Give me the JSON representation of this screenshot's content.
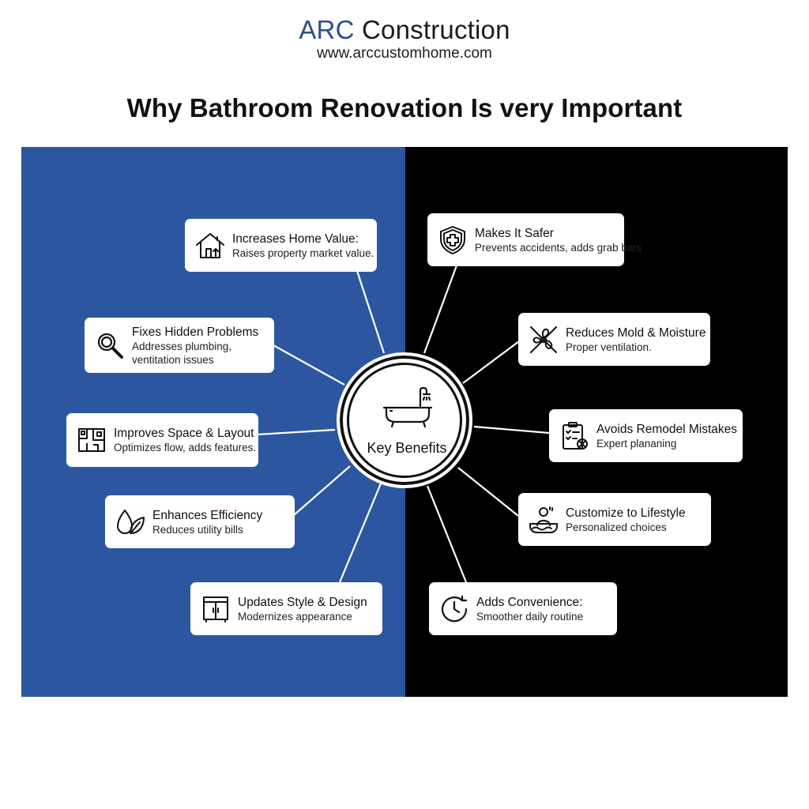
{
  "brand": {
    "name_accent": "ARC",
    "name_rest": " Construction",
    "url": "www.arccustomhome.com"
  },
  "title": "Why Bathroom Renovation Is very Important",
  "colors": {
    "left_panel": "#2c57a0",
    "right_panel": "#000000",
    "accent": "#2a4f8f"
  },
  "hub": {
    "label": "Key Benefits",
    "icon": "bathtub-shower-icon"
  },
  "left_items": [
    {
      "title": "Increases Home Value:",
      "desc": "Raises property market value.",
      "icon": "house-value-icon"
    },
    {
      "title": "Fixes Hidden Problems",
      "desc": "Addresses plumbing, ventitation issues",
      "icon": "magnifier-icon"
    },
    {
      "title": "Improves Space & Layout",
      "desc": "Optimizes flow, adds features.",
      "icon": "floorplan-icon"
    },
    {
      "title": "Enhances Efficiency",
      "desc": "Reduces utility bills",
      "icon": "leaf-drop-icon"
    },
    {
      "title": "Updates Style & Design",
      "desc": "Modernizes appearance",
      "icon": "cabinet-icon"
    }
  ],
  "right_items": [
    {
      "title": "Makes It Safer",
      "desc": "Prevents accidents, adds grab bars",
      "icon": "shield-icon"
    },
    {
      "title": "Reduces Mold & Moisture",
      "desc": "Proper ventilation.",
      "icon": "fan-crossed-icon"
    },
    {
      "title": "Avoids Remodel Mistakes",
      "desc": "Expert plananing",
      "icon": "clipboard-check-icon"
    },
    {
      "title": "Customize to Lifestyle",
      "desc": "Personalized choices",
      "icon": "person-bath-icon"
    },
    {
      "title": "Adds Convenience:",
      "desc": "Smoother daily routine",
      "icon": "clock-icon"
    }
  ]
}
